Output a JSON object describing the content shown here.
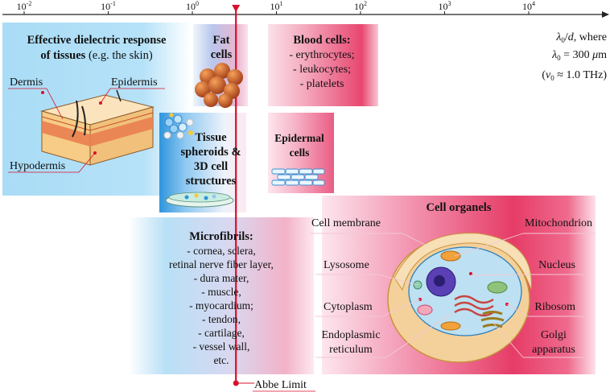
{
  "axis": {
    "ticks": [
      {
        "base": "10",
        "exp": "-2",
        "value": 0.01
      },
      {
        "base": "10",
        "exp": "-1",
        "value": 0.1
      },
      {
        "base": "10",
        "exp": "0",
        "value": 1
      },
      {
        "base": "10",
        "exp": "1",
        "value": 10
      },
      {
        "base": "10",
        "exp": "2",
        "value": 100
      },
      {
        "base": "10",
        "exp": "3",
        "value": 1000
      },
      {
        "base": "10",
        "exp": "4",
        "value": 10000
      }
    ],
    "scale": "log",
    "marker_value": 3.3
  },
  "legend": {
    "line1_a": "λ",
    "line1_sub": "0",
    "line1_b": "/",
    "line1_c": "d",
    "line1_d": ", where",
    "line2_a": "λ",
    "line2_sub": "0",
    "line2_b": " = 300 ",
    "line2_c": "μ",
    "line2_d": "m",
    "line3_a": "(",
    "line3_b": "ν",
    "line3_sub": "0",
    "line3_c": " ≈ 1.0 THz)"
  },
  "panels": {
    "dielectric": {
      "title_line1": "Effective dielectric response",
      "title_bold": "of tissues",
      "title_rest": " (e.g. the skin)"
    },
    "skin_labels": {
      "dermis": "Dermis",
      "epidermis": "Epidermis",
      "hypodermis": "Hypodermis"
    },
    "fat": {
      "line1": "Fat",
      "line2": "cells"
    },
    "blood": {
      "title": "Blood cells:",
      "items": [
        "- erythrocytes;",
        "- leukocytes;",
        "- platelets"
      ]
    },
    "spheroids": {
      "lines": [
        "Tissue",
        "spheroids &",
        "3D cell",
        "structures"
      ]
    },
    "epidermal": {
      "line1": "Epidermal",
      "line2": "cells"
    },
    "microfibrils": {
      "title": "Microfibrils:",
      "items": [
        "- cornea, sclera,",
        "retinal nerve fiber layer,",
        "- dura mater,",
        "- muscle,",
        "- myocardium;",
        "- tendon,",
        "- cartilage,",
        "- vessel wall,",
        "etc."
      ]
    },
    "organels": {
      "title": "Cell organels",
      "cell_membrane": "Cell membrane",
      "mitochondrion": "Mitochondrion",
      "lysosome": "Lysosome",
      "nucleus": "Nucleus",
      "cytoplasm": "Cytoplasm",
      "ribosom": "Ribosom",
      "er_line1": "Endoplasmic",
      "er_line2": "reticulum",
      "golgi_line1": "Golgi",
      "golgi_line2": "apparatus"
    }
  },
  "abbe": {
    "label": "Abbe Limit"
  },
  "colors": {
    "blue": "#9fd3f3",
    "pink": "#e8476d",
    "red": "#d9102b",
    "skin": "#f7d7a0",
    "dermis": "#e8784a"
  }
}
